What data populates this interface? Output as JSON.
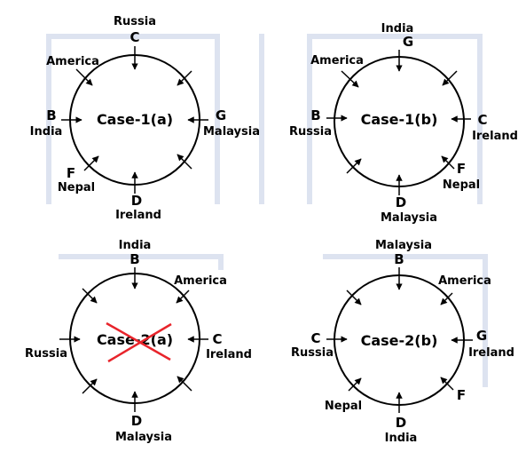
{
  "panels": [
    {
      "title": "Case-1(a)",
      "crossed": false,
      "labels": [
        {
          "id": "top-letter",
          "text": "C"
        },
        {
          "id": "top-name",
          "text": "Russia"
        },
        {
          "id": "upper-left-name",
          "text": "America"
        },
        {
          "id": "left-letter",
          "text": "B"
        },
        {
          "id": "left-name",
          "text": "India"
        },
        {
          "id": "right-letter",
          "text": "G"
        },
        {
          "id": "right-name",
          "text": "Malaysia"
        },
        {
          "id": "lower-left-letter",
          "text": "F"
        },
        {
          "id": "lower-left-name",
          "text": "Nepal"
        },
        {
          "id": "bottom-letter",
          "text": "D"
        },
        {
          "id": "bottom-name",
          "text": "Ireland"
        }
      ]
    },
    {
      "title": "Case-1(b)",
      "crossed": false,
      "labels": [
        {
          "id": "top-name",
          "text": "India"
        },
        {
          "id": "top-letter",
          "text": "G"
        },
        {
          "id": "upper-left-name",
          "text": "America"
        },
        {
          "id": "left-letter",
          "text": "B"
        },
        {
          "id": "left-name",
          "text": "Russia"
        },
        {
          "id": "right-letter",
          "text": "C"
        },
        {
          "id": "right-name",
          "text": "Ireland"
        },
        {
          "id": "lower-right-letter",
          "text": "F"
        },
        {
          "id": "lower-right-name",
          "text": "Nepal"
        },
        {
          "id": "bottom-letter",
          "text": "D"
        },
        {
          "id": "bottom-name",
          "text": "Malaysia"
        }
      ]
    },
    {
      "title": "Case-2(a)",
      "crossed": true,
      "labels": [
        {
          "id": "top-name",
          "text": "India"
        },
        {
          "id": "top-letter",
          "text": "B"
        },
        {
          "id": "upper-right-name",
          "text": "America"
        },
        {
          "id": "left-name",
          "text": "Russia"
        },
        {
          "id": "right-letter",
          "text": "C"
        },
        {
          "id": "right-name",
          "text": "Ireland"
        },
        {
          "id": "bottom-letter",
          "text": "D"
        },
        {
          "id": "bottom-name",
          "text": "Malaysia"
        }
      ]
    },
    {
      "title": "Case-2(b)",
      "crossed": false,
      "labels": [
        {
          "id": "top-name",
          "text": "Malaysia"
        },
        {
          "id": "top-letter",
          "text": "B"
        },
        {
          "id": "upper-right-name",
          "text": "America"
        },
        {
          "id": "left-letter",
          "text": "C"
        },
        {
          "id": "left-name",
          "text": "Russia"
        },
        {
          "id": "right-letter",
          "text": "G"
        },
        {
          "id": "right-name",
          "text": "Ireland"
        },
        {
          "id": "lower-left-name",
          "text": "Nepal"
        },
        {
          "id": "lower-right-letter",
          "text": "F"
        },
        {
          "id": "bottom-letter",
          "text": "D"
        },
        {
          "id": "bottom-name",
          "text": "India"
        }
      ]
    }
  ],
  "cross_color": "#e8242b"
}
